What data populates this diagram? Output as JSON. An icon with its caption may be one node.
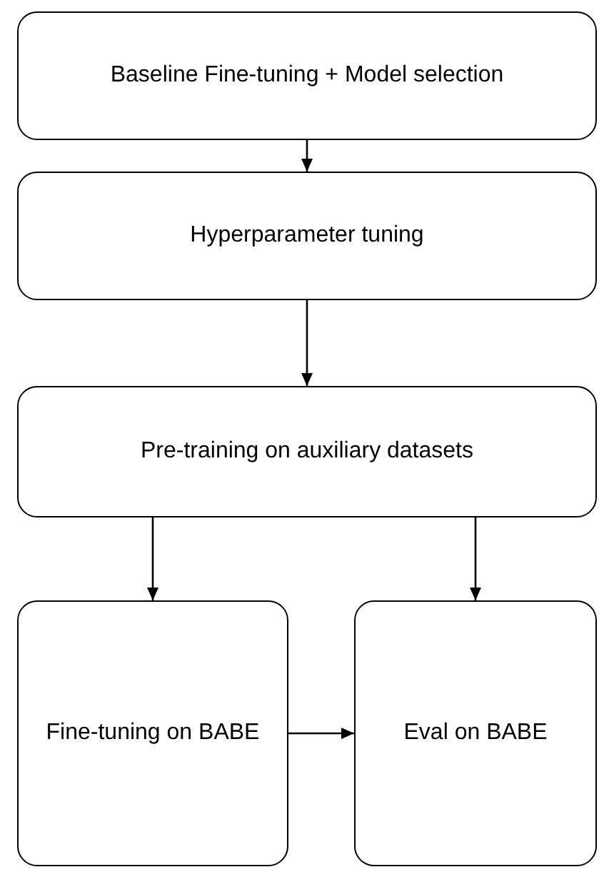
{
  "diagram": {
    "nodes": [
      {
        "text": [
          "Baseline Fine-tuning + Model selection"
        ]
      },
      {
        "text": [
          "Hyperparameter tuning"
        ]
      },
      {
        "text": [
          "Pre-training on auxiliary datasets"
        ]
      },
      {
        "text": [
          "Fine-tuning on BABE"
        ]
      },
      {
        "text": [
          "Eval on BABE"
        ]
      }
    ],
    "edges": [
      {
        "from": 0,
        "to": 1,
        "arrow": "to"
      },
      {
        "from": 1,
        "to": 2,
        "arrow": "to"
      },
      {
        "from": 2,
        "to": 3,
        "arrow": "to"
      },
      {
        "from": 2,
        "to": 4,
        "arrow": "to"
      },
      {
        "from": 3,
        "to": 4,
        "arrow": "to"
      }
    ]
  }
}
